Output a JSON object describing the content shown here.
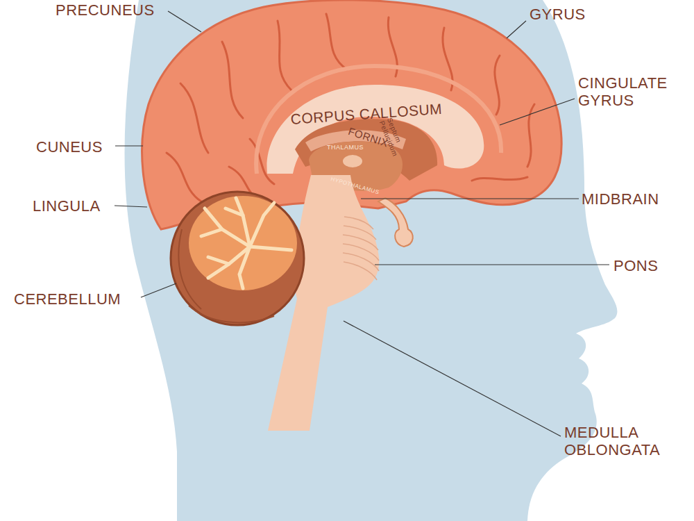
{
  "diagram": {
    "labels": [
      "PRECUNEUS",
      "GYRUS",
      "CINGULATE GYRUS",
      "CORPUS CALLOSUM",
      "FORNIX",
      "Septum Pellucidum",
      "THALAMUS",
      "HYPOTHALAMUS",
      "CUNEUS",
      "MIDBRAIN",
      "LINGULA",
      "PONS",
      "CEREBELLUM",
      "MEDULLA OBLONGATA"
    ]
  }
}
